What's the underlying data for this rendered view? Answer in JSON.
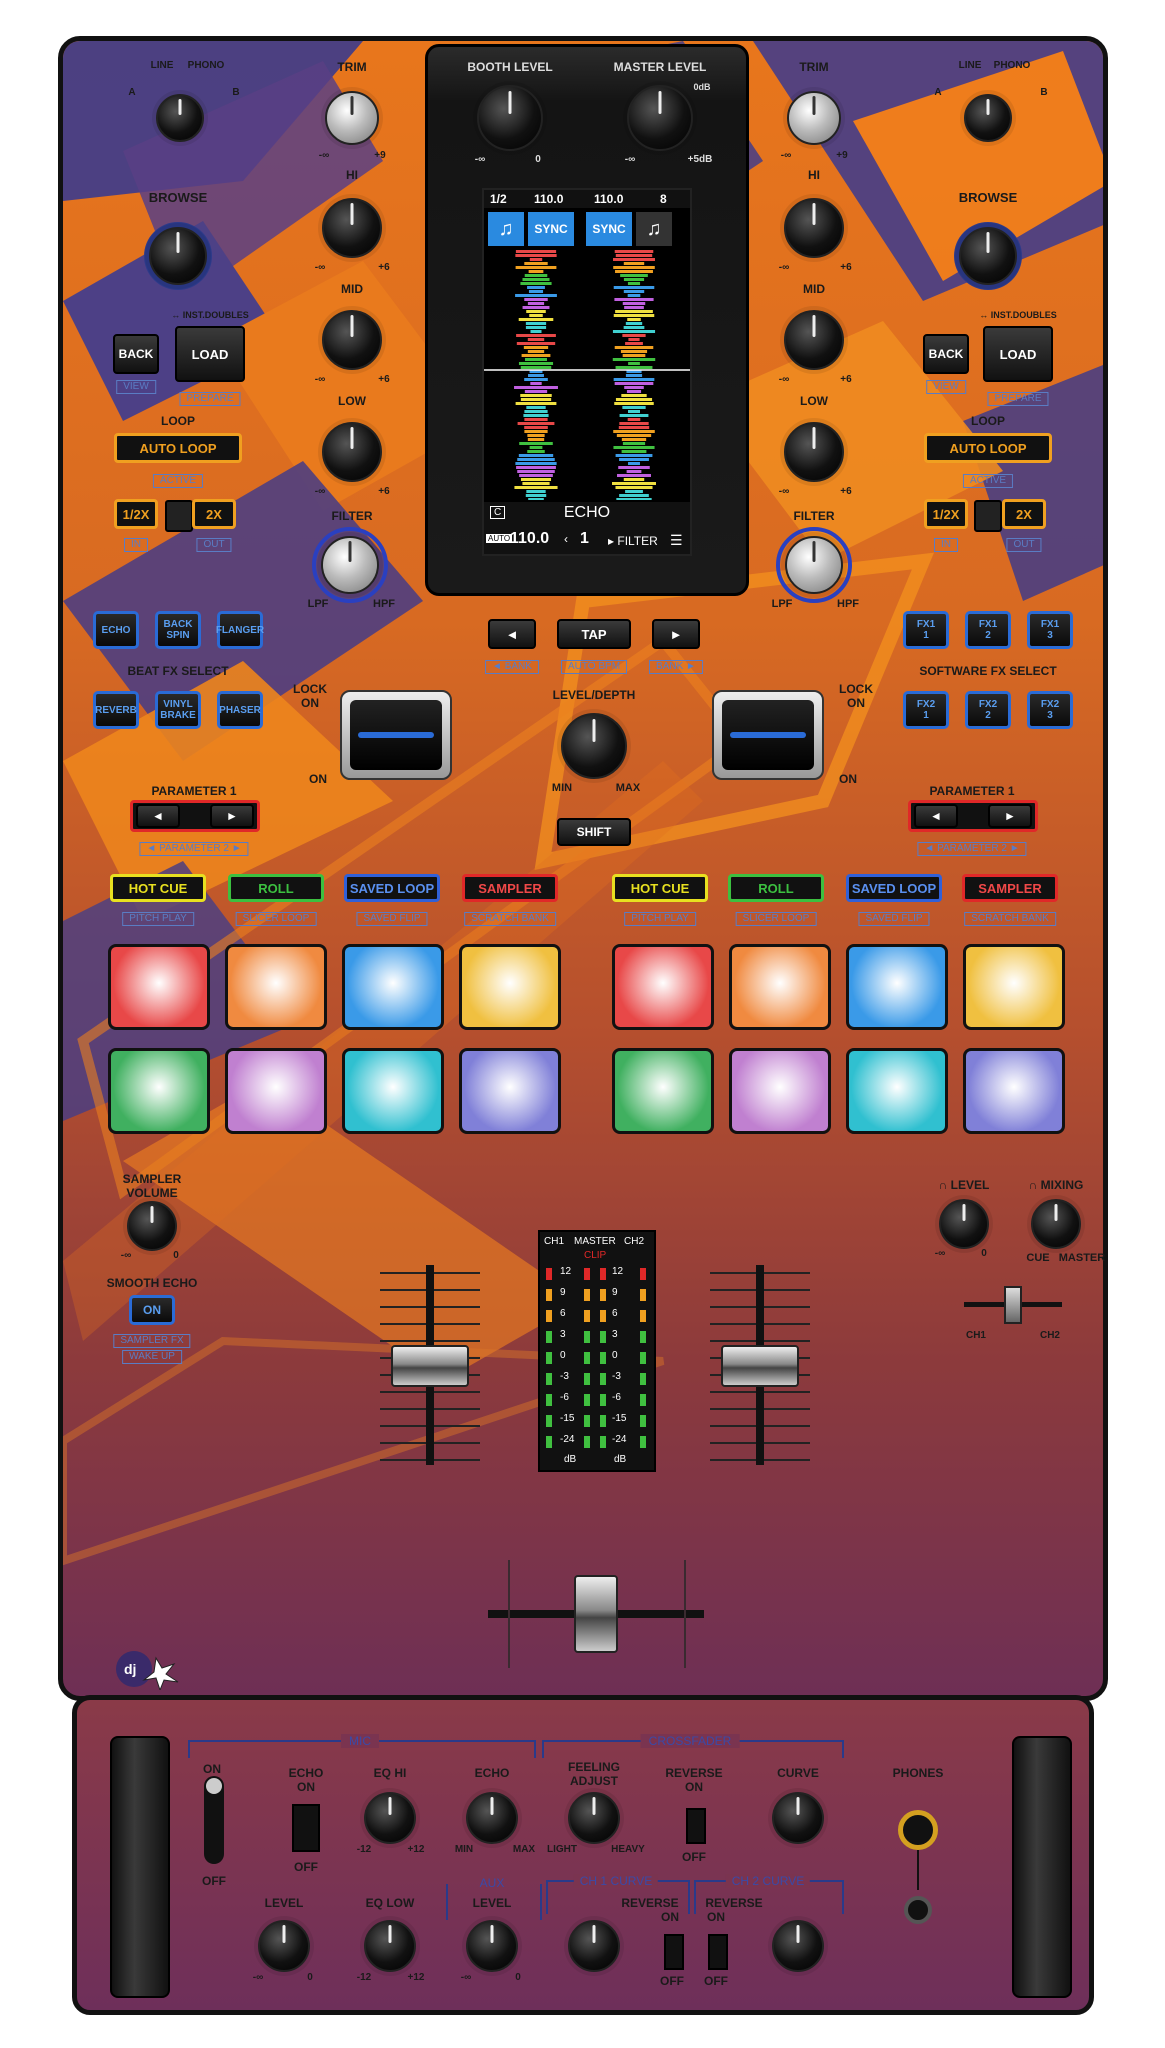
{
  "colors": {
    "accent_blue": "#2a6bd6",
    "loop_orange": "#f0a020",
    "hotcue_yellow": "#e8e020",
    "roll_green": "#3cc040",
    "savedloop_blue": "#3060d8",
    "sampler_red": "#e02828"
  },
  "deck_left": {
    "input": {
      "line": "LINE",
      "phono": "PHONO",
      "a": "A",
      "b": "B"
    },
    "trim": "TRIM",
    "hi": "HI",
    "mid": "MID",
    "low": "LOW",
    "filter": "FILTER",
    "lpf": "LPF",
    "hpf": "HPF",
    "minus_inf": "-∞",
    "plus6": "+6",
    "plus9": "+9",
    "browse": "BROWSE",
    "inst_doubles": "↔ INST.DOUBLES",
    "back": "BACK",
    "view": "VIEW",
    "load": "LOAD",
    "prepare": "PREPARE",
    "loop": "LOOP",
    "auto_loop": "AUTO LOOP",
    "active": "ACTIVE",
    "half": "1/2X",
    "double": "2X",
    "in": "IN",
    "out": "OUT",
    "fx_select": "BEAT FX SELECT",
    "fx_row1": [
      "ECHO",
      "BACK\nSPIN",
      "FLANGER"
    ],
    "fx_row2": [
      "REVERB",
      "VINYL\nBRAKE",
      "PHASER"
    ],
    "lock_on": "LOCK\nON",
    "on": "ON",
    "parameter1": "PARAMETER 1",
    "parameter2": "◄ PARAMETER 2 ►",
    "modes": [
      "HOT CUE",
      "ROLL",
      "SAVED LOOP",
      "SAMPLER"
    ],
    "modes_sub": [
      "PITCH PLAY",
      "SLICER LOOP",
      "SAVED FLIP",
      "SCRATCH BANK"
    ],
    "pads_row1": [
      "#e84848",
      "#f08a40",
      "#3a9ae8",
      "#f0c040"
    ],
    "pads_row2": [
      "#40b060",
      "#c080d0",
      "#30c0d0",
      "#8080d8"
    ]
  },
  "deck_right": {
    "input": {
      "line": "LINE",
      "phono": "PHONO",
      "a": "A",
      "b": "B"
    },
    "trim": "TRIM",
    "hi": "HI",
    "mid": "MID",
    "low": "LOW",
    "filter": "FILTER",
    "lpf": "LPF",
    "hpf": "HPF",
    "minus_inf": "-∞",
    "plus6": "+6",
    "plus9": "+9",
    "browse": "BROWSE",
    "inst_doubles": "↔ INST.DOUBLES",
    "back": "BACK",
    "view": "VIEW",
    "load": "LOAD",
    "prepare": "PREPARE",
    "loop": "LOOP",
    "auto_loop": "AUTO LOOP",
    "active": "ACTIVE",
    "half": "1/2X",
    "double": "2X",
    "in": "IN",
    "out": "OUT",
    "fx_select": "SOFTWARE FX SELECT",
    "fx_row1": [
      "FX1\n1",
      "FX1\n2",
      "FX1\n3"
    ],
    "fx_row2": [
      "FX2\n1",
      "FX2\n2",
      "FX2\n3"
    ],
    "lock_on": "LOCK\nON",
    "on": "ON",
    "parameter1": "PARAMETER 1",
    "parameter2": "◄ PARAMETER 2 ►",
    "modes": [
      "HOT CUE",
      "ROLL",
      "SAVED LOOP",
      "SAMPLER"
    ],
    "modes_sub": [
      "PITCH PLAY",
      "SLICER LOOP",
      "SAVED FLIP",
      "SCRATCH BANK"
    ],
    "pads_row1": [
      "#e84848",
      "#f08a40",
      "#3a9ae8",
      "#f0c040"
    ],
    "pads_row2": [
      "#40b060",
      "#c080d0",
      "#30c0d0",
      "#8080d8"
    ]
  },
  "center": {
    "booth_level": "BOOTH LEVEL",
    "master_level": "MASTER LEVEL",
    "zero": "0",
    "zero_db": "0dB",
    "plus5db": "+5dB",
    "minus_inf": "-∞",
    "screen": {
      "left_loop": "1/2",
      "left_bpm": "110.0",
      "right_bpm": "110.0",
      "right_loop": "8",
      "sync": "SYNC",
      "fx_name": "ECHO",
      "c": "C",
      "auto": "AUTO",
      "bpm": "110.0",
      "beat": "1",
      "filter": "▸ FILTER"
    },
    "bank_left": "◄",
    "tap": "TAP",
    "bank_right": "►",
    "bank_left_sub": "◄ BANK",
    "auto_bpm": "AUTO BPM",
    "bank_right_sub": "BANK ►",
    "level_depth": "LEVEL/DEPTH",
    "min": "MIN",
    "max": "MAX",
    "shift": "SHIFT",
    "meter_header": [
      "CH1",
      "MASTER",
      "CH2"
    ],
    "clip": "CLIP",
    "meter_scale": [
      "12",
      "9",
      "6",
      "3",
      "0",
      "-3",
      "-6",
      "-15",
      "-24"
    ],
    "db": "dB"
  },
  "sampler": {
    "volume": "SAMPLER\nVOLUME",
    "minus_inf": "-∞",
    "zero": "0",
    "smooth_echo": "SMOOTH ECHO",
    "on": "ON",
    "sampler_fx": "SAMPLER FX",
    "wake_up": "WAKE UP"
  },
  "headphones": {
    "level": "∩ LEVEL",
    "mixing": "∩ MIXING",
    "minus_inf": "-∞",
    "zero": "0",
    "cue": "CUE",
    "master": "MASTER",
    "ch1": "CH1",
    "ch2": "CH2"
  },
  "front": {
    "mic": "MIC",
    "crossfader": "CROSSFADER",
    "on": "ON",
    "off": "OFF",
    "echo_on": "ECHO\nON",
    "eq_hi": "EQ HI",
    "echo": "ECHO",
    "minus12": "-12",
    "plus12": "+12",
    "min": "MIN",
    "max": "MAX",
    "feeling_adjust": "FEELING\nADJUST",
    "light": "LIGHT",
    "heavy": "HEAVY",
    "reverse_on": "REVERSE\nON",
    "curve": "CURVE",
    "phones": "PHONES",
    "level": "LEVEL",
    "eq_low": "EQ LOW",
    "aux": "AUX",
    "aux_level": "LEVEL",
    "ch1_curve": "CH 1 CURVE",
    "ch2_curve": "CH 2 CURVE",
    "reverse": "REVERSE",
    "on2": "ON",
    "minus_inf": "-∞",
    "zero": "0"
  }
}
